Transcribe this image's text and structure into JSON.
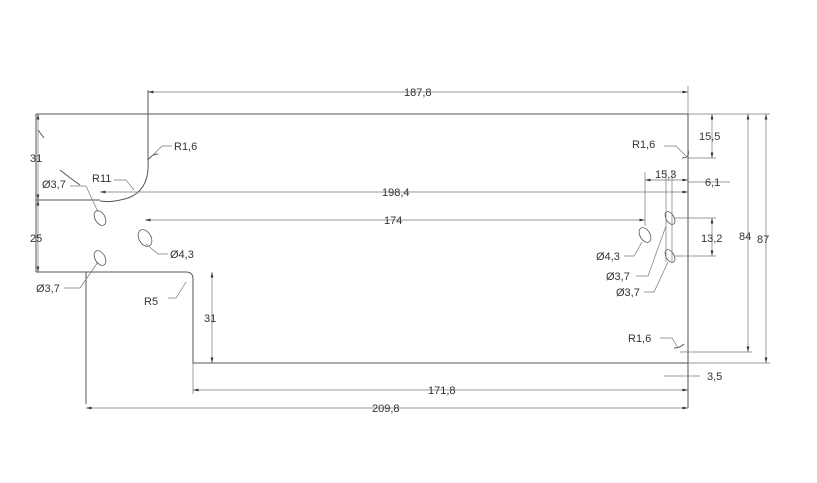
{
  "dimensions": {
    "top_width": "187,8",
    "mid_width": "198,4",
    "hole_span": "174",
    "bottom_inner": "171,8",
    "bottom_total": "209,8",
    "left_top_height": "31",
    "left_mid_height": "25",
    "notch_height": "31",
    "right_top": "15,5",
    "right_hole_x": "15,3",
    "right_edge_offset": "6,1",
    "right_hole_pitch": "13,2",
    "total_height_84": "84",
    "total_height_87": "87",
    "bottom_right_offset": "3,5"
  },
  "callouts": {
    "r16_top_left": "R1,6",
    "r16_top_right": "R1,6",
    "r16_bottom_right": "R1,6",
    "r11": "R11",
    "r5": "R5",
    "d37_left_top": "Ø3,7",
    "d37_left_bottom": "Ø3,7",
    "d43_left": "Ø4,3",
    "d43_right": "Ø4,3",
    "d37_right_a": "Ø3,7",
    "d37_right_b": "Ø3,7"
  }
}
